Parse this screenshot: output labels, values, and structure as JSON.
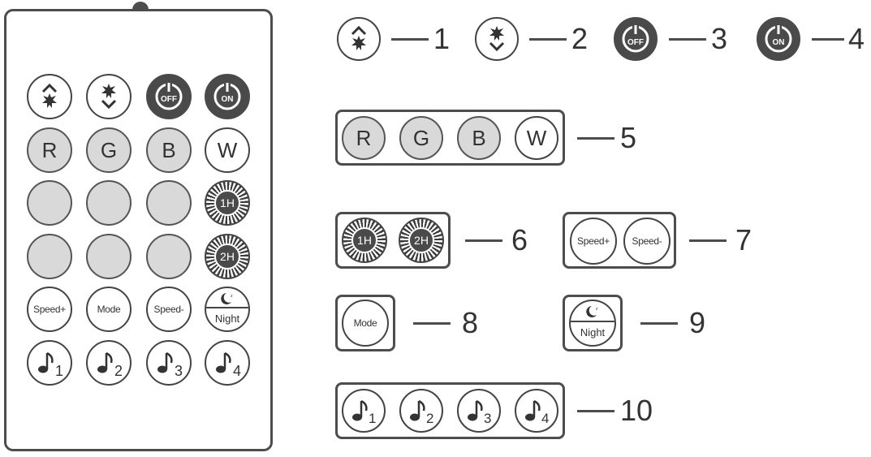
{
  "remote": {
    "rows": [
      [
        "brightness-up",
        "brightness-down",
        "OFF",
        "ON"
      ],
      [
        "R",
        "G",
        "B",
        "W"
      ],
      [
        "",
        "",
        "",
        "1H"
      ],
      [
        "",
        "",
        "",
        "2H"
      ],
      [
        "Speed+",
        "Mode",
        "Speed-",
        "Night"
      ],
      [
        "1",
        "2",
        "3",
        "4"
      ]
    ]
  },
  "legend": {
    "item1": "1",
    "item2": "2",
    "item3": "3",
    "item4": "4",
    "item5": "5",
    "item6": "6",
    "item7": "7",
    "item8": "8",
    "item9": "9",
    "item10": "10"
  },
  "labels": {
    "off": "OFF",
    "on": "ON",
    "r": "R",
    "g": "G",
    "b": "B",
    "w": "W",
    "timer1": "1H",
    "timer2": "2H",
    "speed_plus": "Speed+",
    "speed_minus": "Speed-",
    "mode": "Mode",
    "night": "Night",
    "music1": "1",
    "music2": "2",
    "music3": "3",
    "music4": "4"
  },
  "colors": {
    "outline": "#4d4d4d",
    "gray_button": "#d9d9d9",
    "dark_button": "#4a4a4a"
  },
  "icons": [
    "brightness-up-icon",
    "brightness-down-icon",
    "power-off-icon",
    "power-on-icon",
    "moon-icon",
    "music-note-icon",
    "timer-dial-icon"
  ]
}
